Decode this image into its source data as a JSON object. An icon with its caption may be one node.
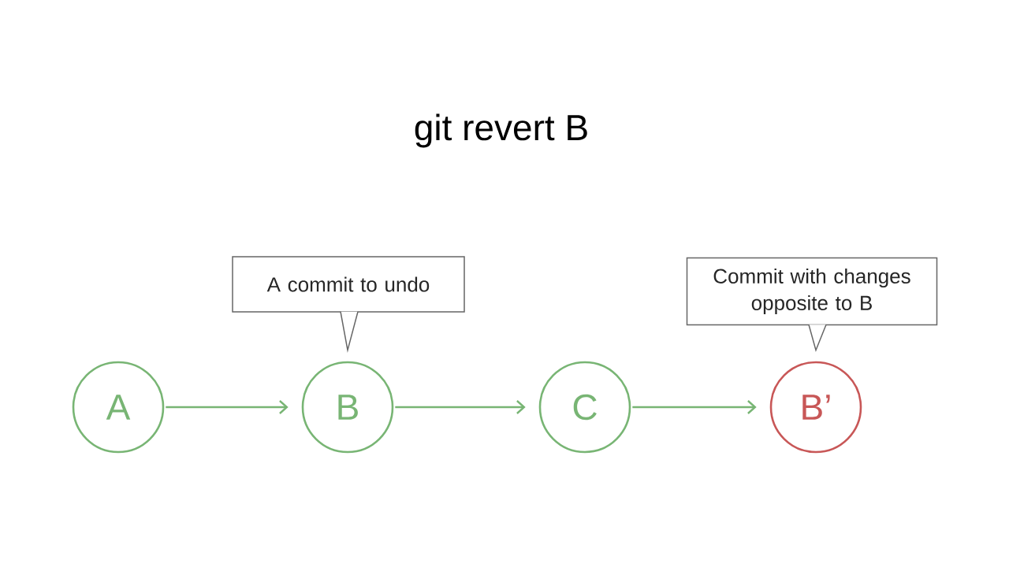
{
  "diagram": {
    "title": "git revert B",
    "nodes": [
      {
        "text": [
          "A"
        ]
      },
      {
        "text": [
          "B"
        ]
      },
      {
        "text": [
          "C"
        ]
      },
      {
        "text": [
          "B’"
        ]
      },
      {
        "text": [
          "A commit to undo"
        ]
      },
      {
        "text": [
          "Commit with changes opposite to B"
        ]
      }
    ],
    "edges": [
      {
        "from": 0,
        "to": 1,
        "arrow": "to"
      },
      {
        "from": 1,
        "to": 2,
        "arrow": "to"
      },
      {
        "from": 2,
        "to": 3,
        "arrow": "to"
      },
      {
        "from": 4,
        "to": 1,
        "arrow": "to"
      },
      {
        "from": 5,
        "to": 3,
        "arrow": "to"
      }
    ]
  }
}
